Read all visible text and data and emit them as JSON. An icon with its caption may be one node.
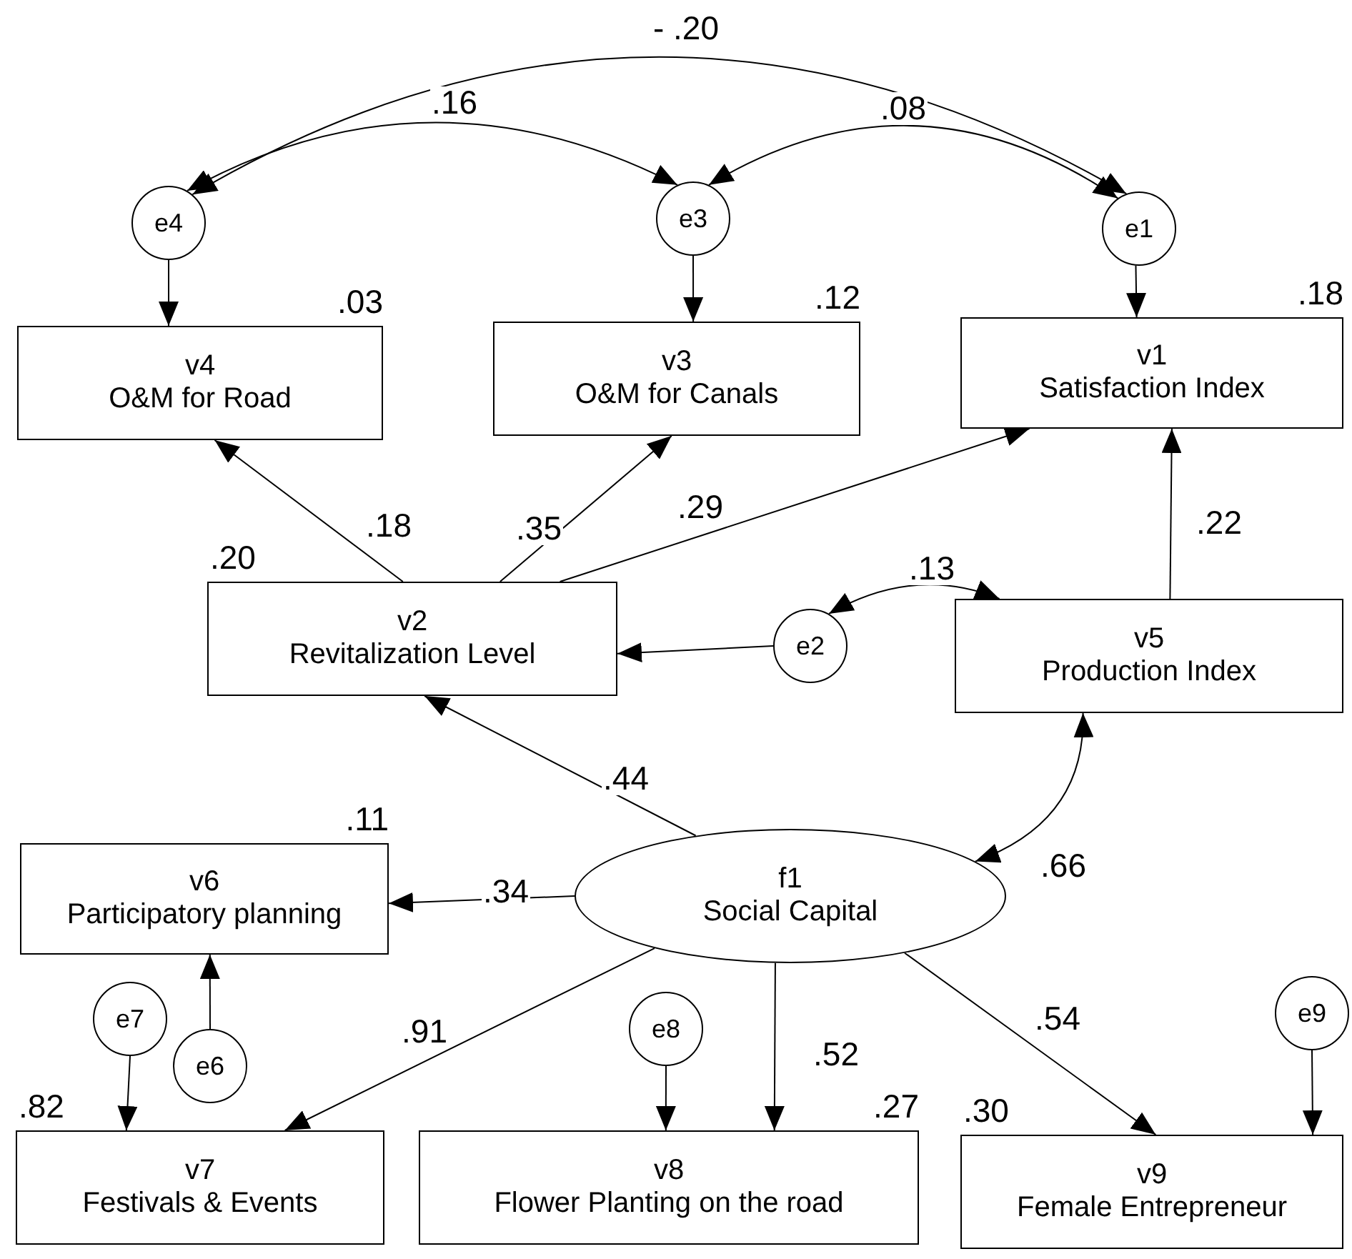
{
  "diagram": {
    "nodes": [
      {
        "text": [
          "e4"
        ]
      },
      {
        "text": [
          "e3"
        ]
      },
      {
        "text": [
          "e1"
        ]
      },
      {
        "text": [
          "v4",
          "O&M for Road"
        ],
        "beside": [
          ".03"
        ]
      },
      {
        "text": [
          "v3",
          "O&M for Canals"
        ],
        "beside": [
          ".12"
        ]
      },
      {
        "text": [
          "v1",
          "Satisfaction Index"
        ],
        "beside": [
          ".18"
        ]
      },
      {
        "text": [
          "v2",
          "Revitalization Level"
        ],
        "beside": [
          ".20"
        ]
      },
      {
        "text": [
          "e2"
        ]
      },
      {
        "text": [
          "v5",
          "Production Index"
        ]
      },
      {
        "text": [
          "v6",
          "Participatory planning"
        ],
        "beside": [
          ".11"
        ]
      },
      {
        "text": [
          "f1",
          "Social Capital"
        ]
      },
      {
        "text": [
          "e7"
        ]
      },
      {
        "text": [
          "e6"
        ]
      },
      {
        "text": [
          "e8"
        ]
      },
      {
        "text": [
          "e9"
        ]
      },
      {
        "text": [
          "v7",
          "Festivals & Events"
        ],
        "beside": [
          ".82"
        ]
      },
      {
        "text": [
          "v8",
          "Flower Planting on the road"
        ],
        "beside": [
          ".27"
        ]
      },
      {
        "text": [
          "v9",
          "Female Entrepreneur"
        ],
        "beside": [
          ".30"
        ]
      }
    ],
    "edges": [
      {
        "from": 0,
        "to": 3,
        "arrow": "to"
      },
      {
        "from": 1,
        "to": 4,
        "arrow": "to"
      },
      {
        "from": 2,
        "to": 5,
        "arrow": "to"
      },
      {
        "from": 0,
        "to": 1,
        "arrow": "both",
        "label": ".16"
      },
      {
        "from": 0,
        "to": 2,
        "arrow": "both",
        "label": "- .20"
      },
      {
        "from": 1,
        "to": 2,
        "arrow": "both",
        "label": ".08"
      },
      {
        "from": 6,
        "to": 3,
        "arrow": "to",
        "label": ".18"
      },
      {
        "from": 6,
        "to": 4,
        "arrow": "to",
        "label": ".35"
      },
      {
        "from": 6,
        "to": 5,
        "arrow": "to",
        "label": ".29"
      },
      {
        "from": 8,
        "to": 5,
        "arrow": "to",
        "label": ".22"
      },
      {
        "from": 7,
        "to": 6,
        "arrow": "to"
      },
      {
        "from": 7,
        "to": 8,
        "arrow": "both",
        "label": ".13"
      },
      {
        "from": 10,
        "to": 6,
        "arrow": "to",
        "label": ".44"
      },
      {
        "from": 10,
        "to": 8,
        "arrow": "both",
        "label": ".66"
      },
      {
        "from": 10,
        "to": 9,
        "arrow": "to",
        "label": ".34"
      },
      {
        "from": 12,
        "to": 9,
        "arrow": "to"
      },
      {
        "from": 11,
        "to": 15,
        "arrow": "to"
      },
      {
        "from": 10,
        "to": 15,
        "arrow": "to",
        "label": ".91"
      },
      {
        "from": 13,
        "to": 16,
        "arrow": "to"
      },
      {
        "from": 10,
        "to": 16,
        "arrow": "to",
        "label": ".52"
      },
      {
        "from": 10,
        "to": 17,
        "arrow": "to",
        "label": ".54"
      },
      {
        "from": 14,
        "to": 17,
        "arrow": "to"
      }
    ]
  }
}
